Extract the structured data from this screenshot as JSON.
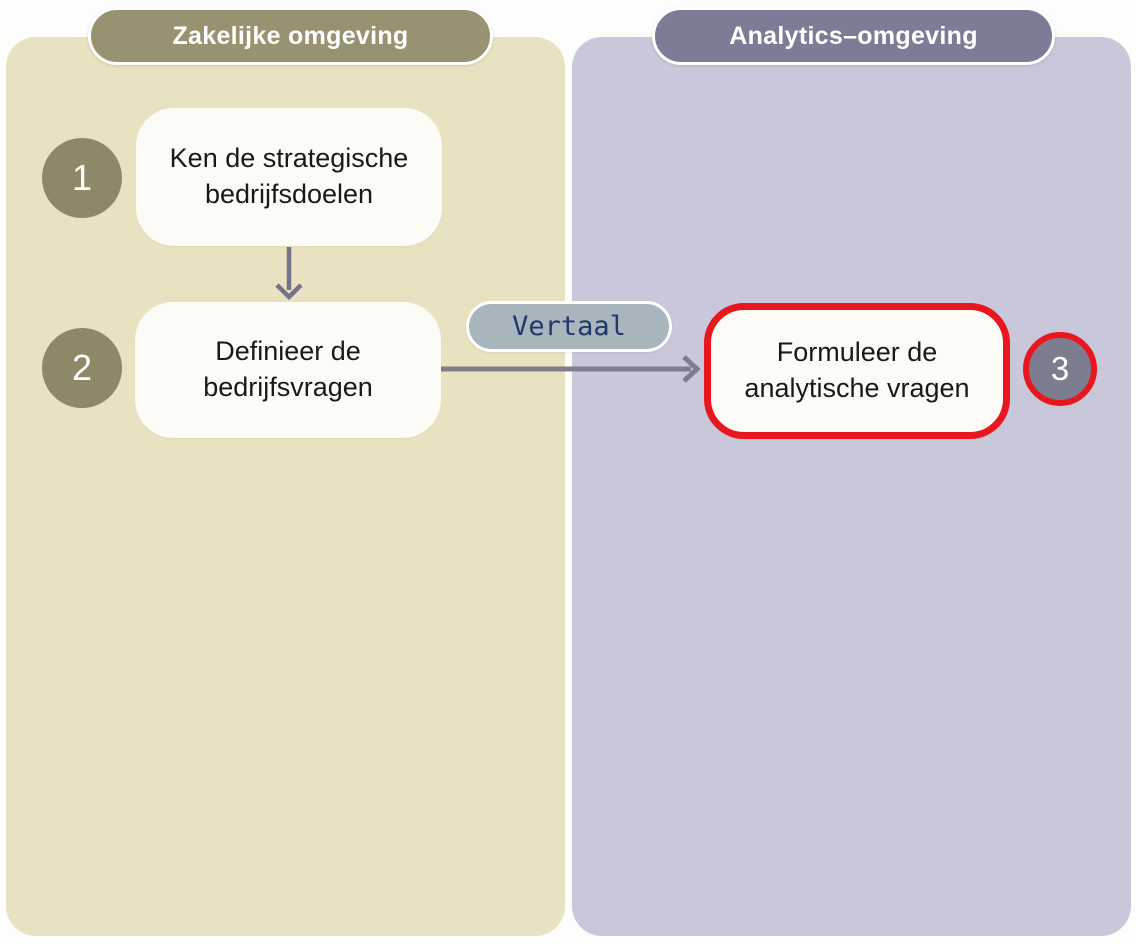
{
  "panels": {
    "left": {
      "title": "Zakelijke omgeving"
    },
    "right": {
      "title": "Analytics–omgeving"
    }
  },
  "steps": [
    {
      "number": "1",
      "label": "Ken de strategische bedrijfsdoelen",
      "panel": "left"
    },
    {
      "number": "2",
      "label": "Definieer de bedrijfsvragen",
      "panel": "left"
    },
    {
      "number": "3",
      "label": "Formuleer de analytische vragen",
      "panel": "right",
      "highlighted": true
    }
  ],
  "connector": {
    "label": "Vertaal"
  },
  "colors": {
    "left_panel_bg": "#e9e2c0",
    "right_panel_bg": "#c9c8da",
    "left_pill_bg": "#999270",
    "right_pill_bg": "#7d7c96",
    "olive_circle": "#8e8867",
    "gray_circle": "#7d7d90",
    "highlight_red": "#e8161d",
    "vertaal_bg": "#a8b5bd",
    "vertaal_text": "#20386b",
    "arrow_color": "#76748a"
  }
}
